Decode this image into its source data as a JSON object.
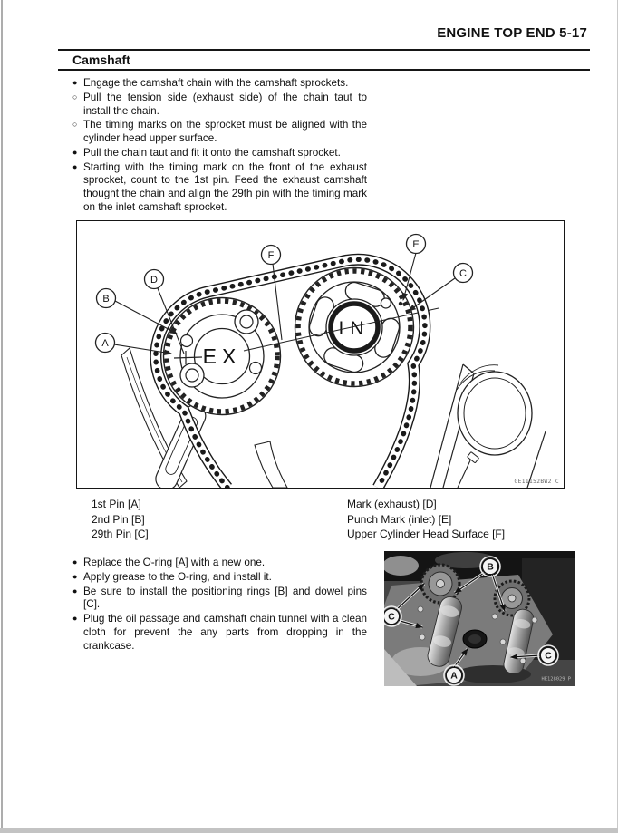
{
  "colors": {
    "ink": "#111111",
    "paper": "#ffffff"
  },
  "header": {
    "title": "ENGINE TOP END 5-17"
  },
  "section": {
    "title": "Camshaft"
  },
  "steps_top": [
    {
      "marker": "●",
      "text": "Engage the camshaft chain with the camshaft sprockets."
    },
    {
      "marker": "○",
      "text": "Pull the tension side (exhaust side) of the chain taut to install the chain."
    },
    {
      "marker": "○",
      "text": "The timing marks on the sprocket must be aligned with the cylinder head upper surface."
    },
    {
      "marker": "●",
      "text": "Pull the chain taut and fit it onto the camshaft sprocket."
    },
    {
      "marker": "●",
      "text": "Starting with the timing mark on the front of the exhaust sprocket, count to the 1st pin. Feed the exhaust camshaft thought the chain and align the 29th pin with the timing mark on the inlet camshaft sprocket."
    }
  ],
  "figure": {
    "ex_label": "EX",
    "in_label": "IN",
    "callouts": {
      "a": "A",
      "b": "B",
      "c": "C",
      "d": "D",
      "e": "E",
      "f": "F"
    },
    "code": "GE11152BW2 C"
  },
  "legend": {
    "left": [
      "1st Pin [A]",
      "2nd Pin [B]",
      "29th Pin [C]"
    ],
    "right": [
      "Mark (exhaust) [D]",
      "Punch Mark (inlet) [E]",
      "Upper Cylinder Head Surface [F]"
    ]
  },
  "steps_bottom": [
    {
      "marker": "●",
      "text": "Replace the O-ring [A] with a new one."
    },
    {
      "marker": "●",
      "text": "Apply grease to the O-ring, and install it."
    },
    {
      "marker": "●",
      "text": "Be sure to install the positioning rings [B] and dowel pins [C]."
    },
    {
      "marker": "●",
      "text": "Plug the oil passage and camshaft chain tunnel with a clean cloth for prevent the any parts from dropping in the crankcase."
    }
  ],
  "photo": {
    "callouts": {
      "b": "B",
      "c_left": "C",
      "a": "A",
      "c_right": "C"
    },
    "code": "HE128029  P"
  }
}
